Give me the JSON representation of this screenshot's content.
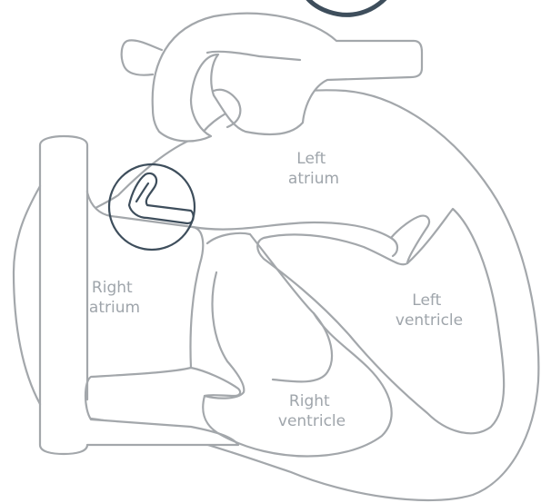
{
  "labels": {
    "left_atrium": [
      "Left",
      "atrium"
    ],
    "right_atrium": [
      "Right",
      "atrium"
    ],
    "left_ventricle": [
      "Left",
      "ventricle"
    ],
    "right_ventricle": [
      "Right",
      "ventricle"
    ]
  },
  "colors": {
    "outline": "#a3a7ab",
    "highlight": "#3e4e5c",
    "label": "#9fa5ab"
  }
}
